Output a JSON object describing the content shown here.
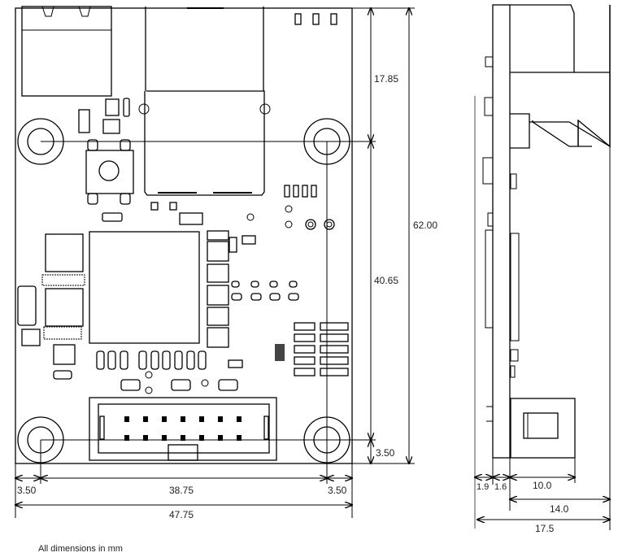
{
  "drawing": {
    "front_view": {
      "dimensions": {
        "top_to_hole": "17.85",
        "hole_to_hole_vertical": "40.65",
        "hole_to_bottom": "3.50",
        "board_height": "62.00",
        "left_edge_to_hole": "3.50",
        "hole_to_hole_horizontal": "38.75",
        "hole_to_right_edge": "3.50",
        "board_width": "47.75"
      }
    },
    "side_view": {
      "dimensions": {
        "bottom_components": "1.9",
        "pcb_thickness": "1.6",
        "connector_height": "10.0",
        "top_components": "14.0",
        "total_height": "17.5"
      }
    },
    "note": "All dimensions in mm"
  }
}
